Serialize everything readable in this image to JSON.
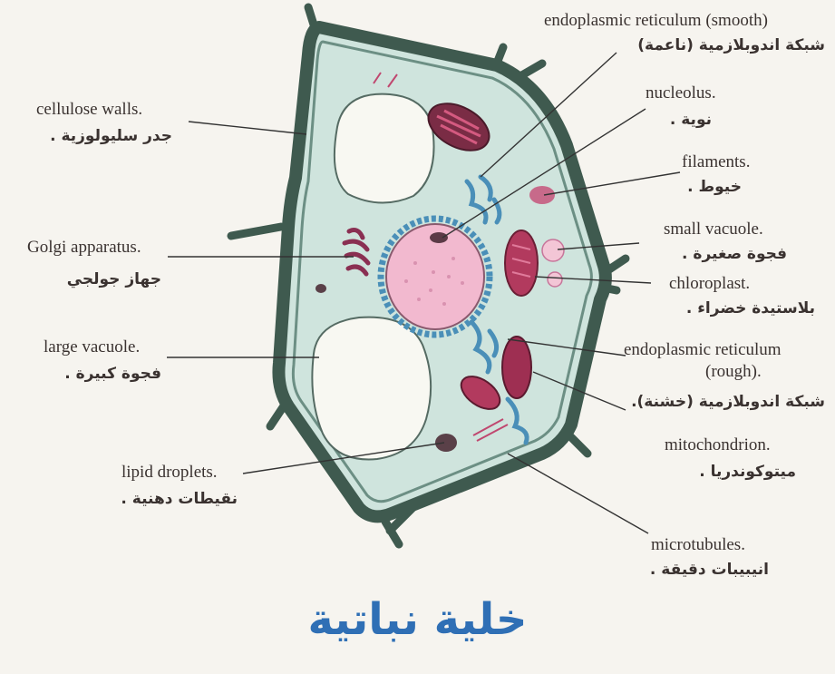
{
  "title": "خلية نباتية",
  "labels": {
    "er_smooth": {
      "en": "endoplasmic reticulum (smooth)",
      "ar": "شبكة اندوبلازمية (ناعمة)"
    },
    "cellulose_walls": {
      "en": "cellulose walls.",
      "ar": "جدر سليولوزية ."
    },
    "nucleolus": {
      "en": "nucleolus.",
      "ar": "نوية ."
    },
    "filaments": {
      "en": "filaments.",
      "ar": "خيوط ."
    },
    "golgi": {
      "en": "Golgi apparatus.",
      "ar": "جهاز جولجي"
    },
    "small_vacuole": {
      "en": "small vacuole.",
      "ar": "فجوة صغيرة ."
    },
    "chloroplast": {
      "en": "chloroplast.",
      "ar": "بلاستيدة خضراء ."
    },
    "large_vacuole": {
      "en": "large vacuole.",
      "ar": "فجوة كبيرة ."
    },
    "er_rough": {
      "en": "endoplasmic reticulum",
      "en2": "(rough).",
      "ar": "شبكة اندوبلازمية (خشنة)."
    },
    "mitochondrion": {
      "en": "mitochondrion.",
      "ar": "ميتوكوندريا ."
    },
    "lipid_droplets": {
      "en": "lipid droplets.",
      "ar": "نقيطات دهنية ."
    },
    "microtubules": {
      "en": "microtubules.",
      "ar": "انيبيبات دقيقة ."
    }
  },
  "colors": {
    "wall": "#3f5a4f",
    "cytoplasm": "#cfe4dd",
    "nucleus": "#f2b9cf",
    "organelle": "#b23a5e",
    "er": "#4a8fb8",
    "title": "#2f6fb5"
  }
}
